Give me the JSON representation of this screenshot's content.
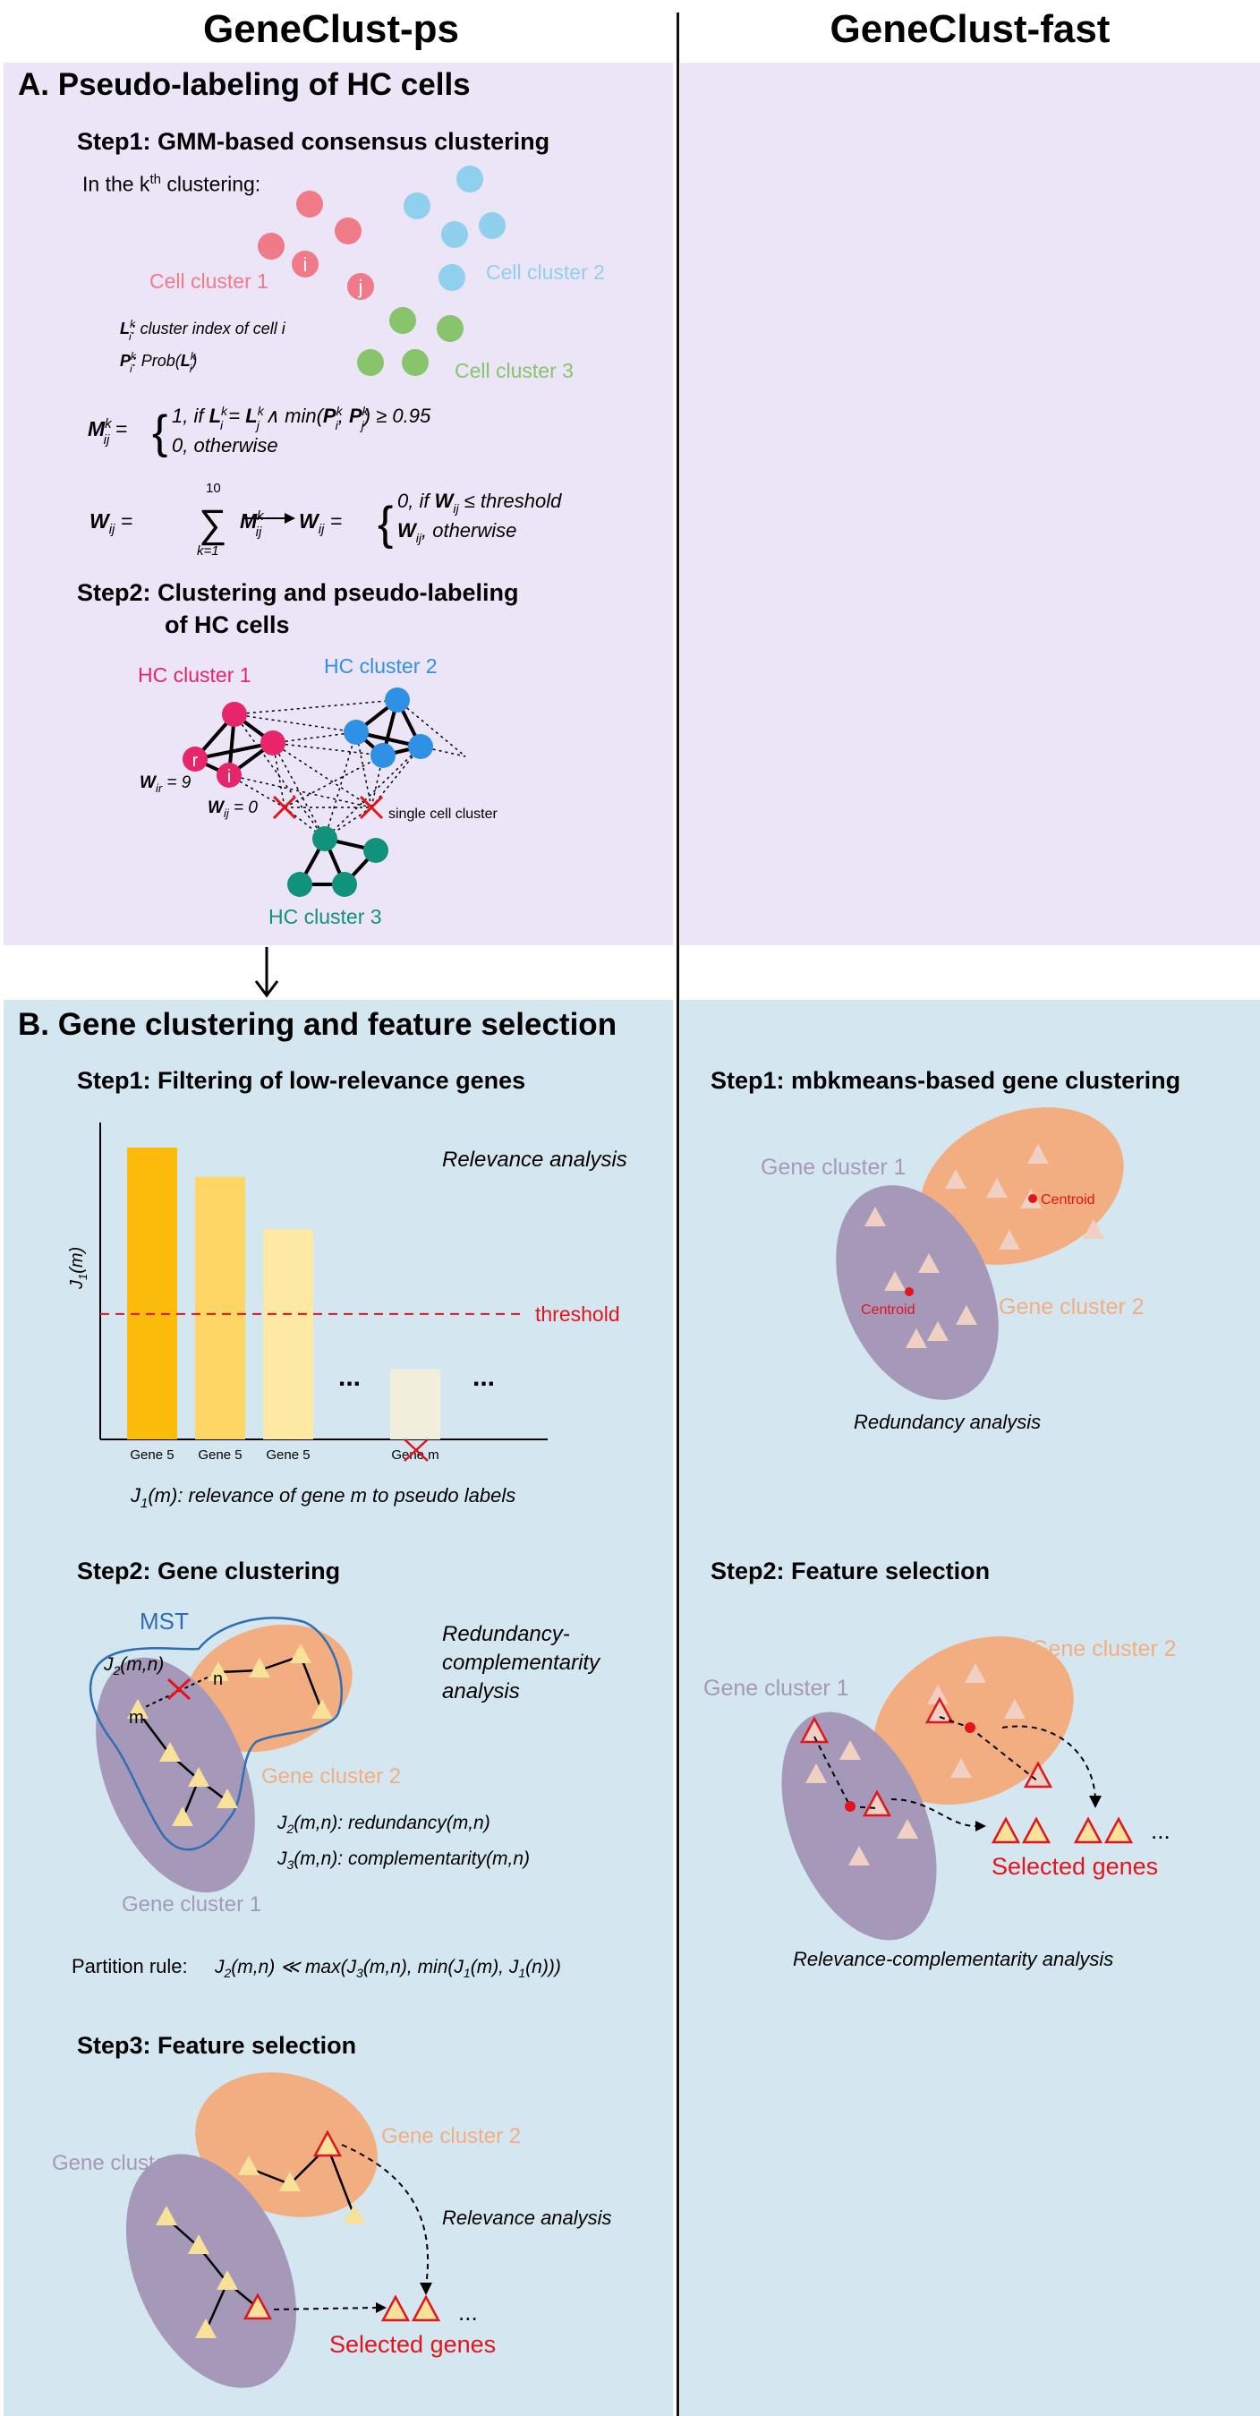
{
  "columns": {
    "left": "GeneClust-ps",
    "right": "GeneClust-fast"
  },
  "sectionA": {
    "title": "A. Pseudo-labeling of HC cells",
    "step1": "Step1: GMM-based consensus clustering",
    "kth_prefix": "In the k",
    "kth_sup": "th",
    "kth_suffix": " clustering:",
    "cell_cluster_1": "Cell cluster 1",
    "cell_cluster_2": "Cell cluster 2",
    "cell_cluster_3": "Cell cluster 3",
    "cell_i": "i",
    "cell_j": "j",
    "L_def": "L_i^k: cluster index of cell i",
    "P_def": "P_i^k: Prob(L_i^k)",
    "M_eq_1": "1, if  L_i^k = L_j^k ∧ min(P_i^k, P_j^k) ≥ 0.95",
    "M_eq_2": "0, otherwise",
    "W_sum": "W_ij = Σ_{k=1}^{10} M_ij^k",
    "W_thr_1": "0, if W_ij ≤ threshold",
    "W_thr_2": "W_ij, otherwise",
    "step2_line1": "Step2: Clustering and pseudo-labeling",
    "step2_line2": "of HC cells",
    "hc_cluster_1": "HC cluster 1",
    "hc_cluster_2": "HC cluster 2",
    "hc_cluster_3": "HC cluster 3",
    "node_r": "r",
    "node_i": "i",
    "w_ir": "W_ir = 9",
    "w_ij": "W_ij = 0",
    "single_cell_cluster": "single cell cluster"
  },
  "sectionB": {
    "title": "B. Gene clustering and feature selection",
    "left": {
      "step1": "Step1: Filtering of low-relevance genes",
      "relevance_analysis": "Relevance analysis",
      "y_axis": "J1(m)",
      "threshold": "threshold",
      "bar_labels": [
        "Gene 5",
        "Gene 5",
        "Gene 5",
        "Gene m"
      ],
      "bar_values": [
        1.0,
        0.9,
        0.72,
        0.24
      ],
      "threshold_value": 0.43,
      "ellipsis": "...",
      "j1_def": "J1(m): relevance of gene m to pseudo labels",
      "step2": "Step2: Gene clustering",
      "mst": "MST",
      "redund_comp_1": "Redundancy-",
      "redund_comp_2": "complementarity",
      "redund_comp_3": "analysis",
      "j2_label": "J2(m,n)",
      "node_m": "m",
      "node_n": "n",
      "gene_cluster_2": "Gene cluster 2",
      "gene_cluster_1": "Gene cluster 1",
      "j2_def": "J2(m,n): redundancy(m,n)",
      "j3_def": "J3(m,n): complementarity(m,n)",
      "partition_prefix": "Partition rule:",
      "partition_rule": "J2(m,n) ≪ max(J3(m,n), min(J1(m), J1(n)))",
      "step3": "Step3: Feature selection",
      "gene_cluster_1b": "Gene cluster 1",
      "gene_cluster_2b": "Gene cluster 2",
      "relevance_analysis_b": "Relevance analysis",
      "selected_genes": "Selected genes",
      "dots": "..."
    },
    "right": {
      "step1": "Step1: mbkmeans-based gene clustering",
      "gene_cluster_1": "Gene cluster 1",
      "gene_cluster_2": "Gene cluster 2",
      "centroid": "Centroid",
      "redundancy_analysis": "Redundancy analysis",
      "step2": "Step2: Feature selection",
      "gene_cluster_1b": "Gene cluster 1",
      "gene_cluster_2b": "Gene cluster 2",
      "selected_genes": "Selected genes",
      "dots": "...",
      "relevance_comp": "Relevance-complementarity analysis"
    }
  },
  "colors": {
    "purple_bg": "#ece4f7",
    "blue_bg": "#d4e7f1",
    "cell_red": "#f07b88",
    "cell_blue": "#8fd0ee",
    "cell_green": "#88c46c",
    "hc_pink": "#e8256b",
    "hc_blue": "#2e91e6",
    "hc_teal": "#10927c",
    "gene_purple": "#a598b8",
    "gene_orange": "#f2ae81",
    "triangle": "#f9e19a",
    "selected_red": "#e3141c"
  }
}
